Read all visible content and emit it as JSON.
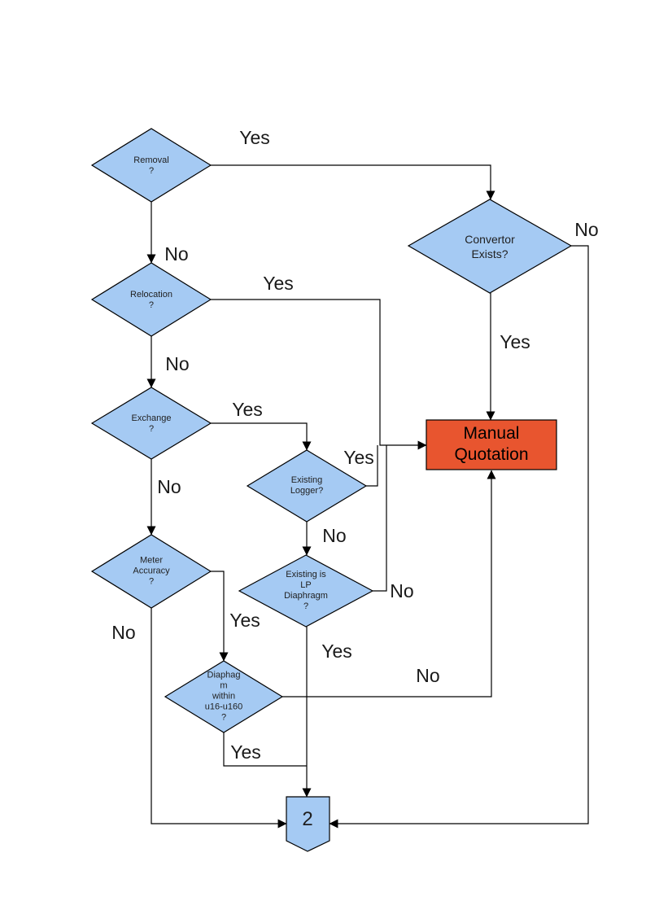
{
  "diagram": {
    "type": "flowchart",
    "colors": {
      "decision_fill": "#A5CAF3",
      "process_fill": "#E8552F",
      "connector_fill": "#A5CAF3",
      "line": "#000000"
    },
    "nodes": {
      "removal": {
        "label": "Removal\n?",
        "shape": "decision"
      },
      "convertor_exists": {
        "label": "Convertor\nExists?",
        "shape": "decision"
      },
      "relocation": {
        "label": "Relocation\n?",
        "shape": "decision"
      },
      "exchange": {
        "label": "Exchange\n?",
        "shape": "decision"
      },
      "existing_logger": {
        "label": "Existing\nLogger?",
        "shape": "decision"
      },
      "meter_accuracy": {
        "label": "Meter\nAccuracy\n?",
        "shape": "decision"
      },
      "existing_lp_diaphragm": {
        "label": "Existing is\nLP\nDiaphragm\n?",
        "shape": "decision"
      },
      "diaphragm_within": {
        "label": "Diaphag\nm\nwithin\nu16-u160\n?",
        "shape": "decision"
      },
      "manual_quotation": {
        "label": "Manual\nQuotation",
        "shape": "process"
      },
      "offpage_connector": {
        "label": "2",
        "shape": "off-page-connector"
      }
    },
    "edge_labels": {
      "removal_yes": "Yes",
      "removal_no": "No",
      "convertor_yes": "Yes",
      "convertor_no": "No",
      "relocation_yes": "Yes",
      "relocation_no": "No",
      "exchange_yes": "Yes",
      "exchange_no": "No",
      "existing_logger_yes": "Yes",
      "existing_logger_no": "No",
      "lp_diaphragm_yes": "Yes",
      "lp_diaphragm_no": "No",
      "meter_accuracy_yes": "Yes",
      "meter_accuracy_no": "No",
      "diaphragm_within_yes": "Yes",
      "diaphragm_within_no": "No"
    }
  }
}
